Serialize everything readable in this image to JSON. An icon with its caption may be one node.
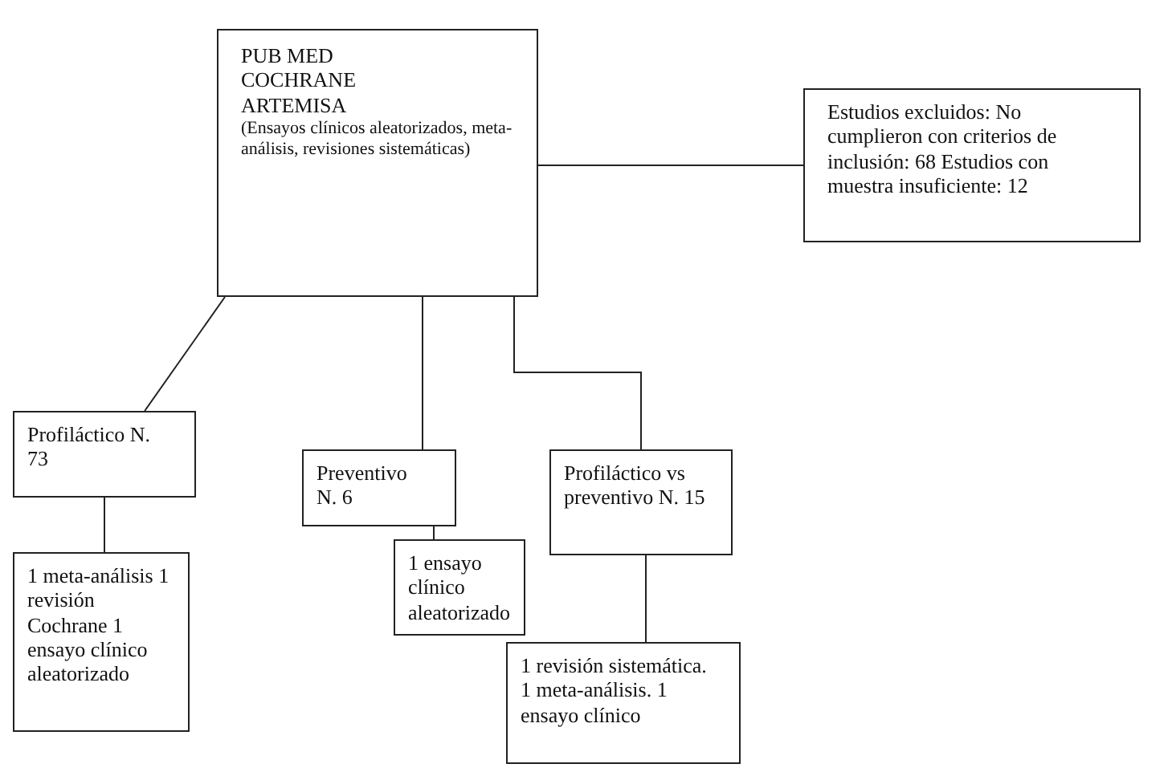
{
  "diagram": {
    "nodes": [
      {
        "text": [
          "PUB MED COCHRANE ARTEMISA",
          "(Ensayos clínicos aleatorizados, meta-análisis, revisiones sistemáticas)"
        ]
      },
      {
        "text": [
          "Estudios excluidos: No cumplieron con criterios de inclusión: 68 Estudios con muestra insuficiente: 12"
        ]
      },
      {
        "text": [
          "Profiláctico N. 73"
        ]
      },
      {
        "text": [
          "Preventivo N. 6"
        ]
      },
      {
        "text": [
          "Profiláctico vs preventivo N. 15"
        ]
      },
      {
        "text": [
          "1 meta-análisis 1 revisión Cochrane 1 ensayo clínico aleatorizado"
        ]
      },
      {
        "text": [
          "1 ensayo clínico aleatorizado"
        ]
      },
      {
        "text": [
          "1 revisión sistemática. 1 meta-análisis. 1 ensayo clínico"
        ]
      }
    ],
    "edges": [
      {
        "from": 0,
        "to": 1,
        "arrow": "none"
      },
      {
        "from": 0,
        "to": 2,
        "arrow": "none"
      },
      {
        "from": 0,
        "to": 3,
        "arrow": "none"
      },
      {
        "from": 0,
        "to": 4,
        "arrow": "none"
      },
      {
        "from": 2,
        "to": 5,
        "arrow": "none"
      },
      {
        "from": 3,
        "to": 6,
        "arrow": "none"
      },
      {
        "from": 4,
        "to": 7,
        "arrow": "none"
      }
    ]
  }
}
